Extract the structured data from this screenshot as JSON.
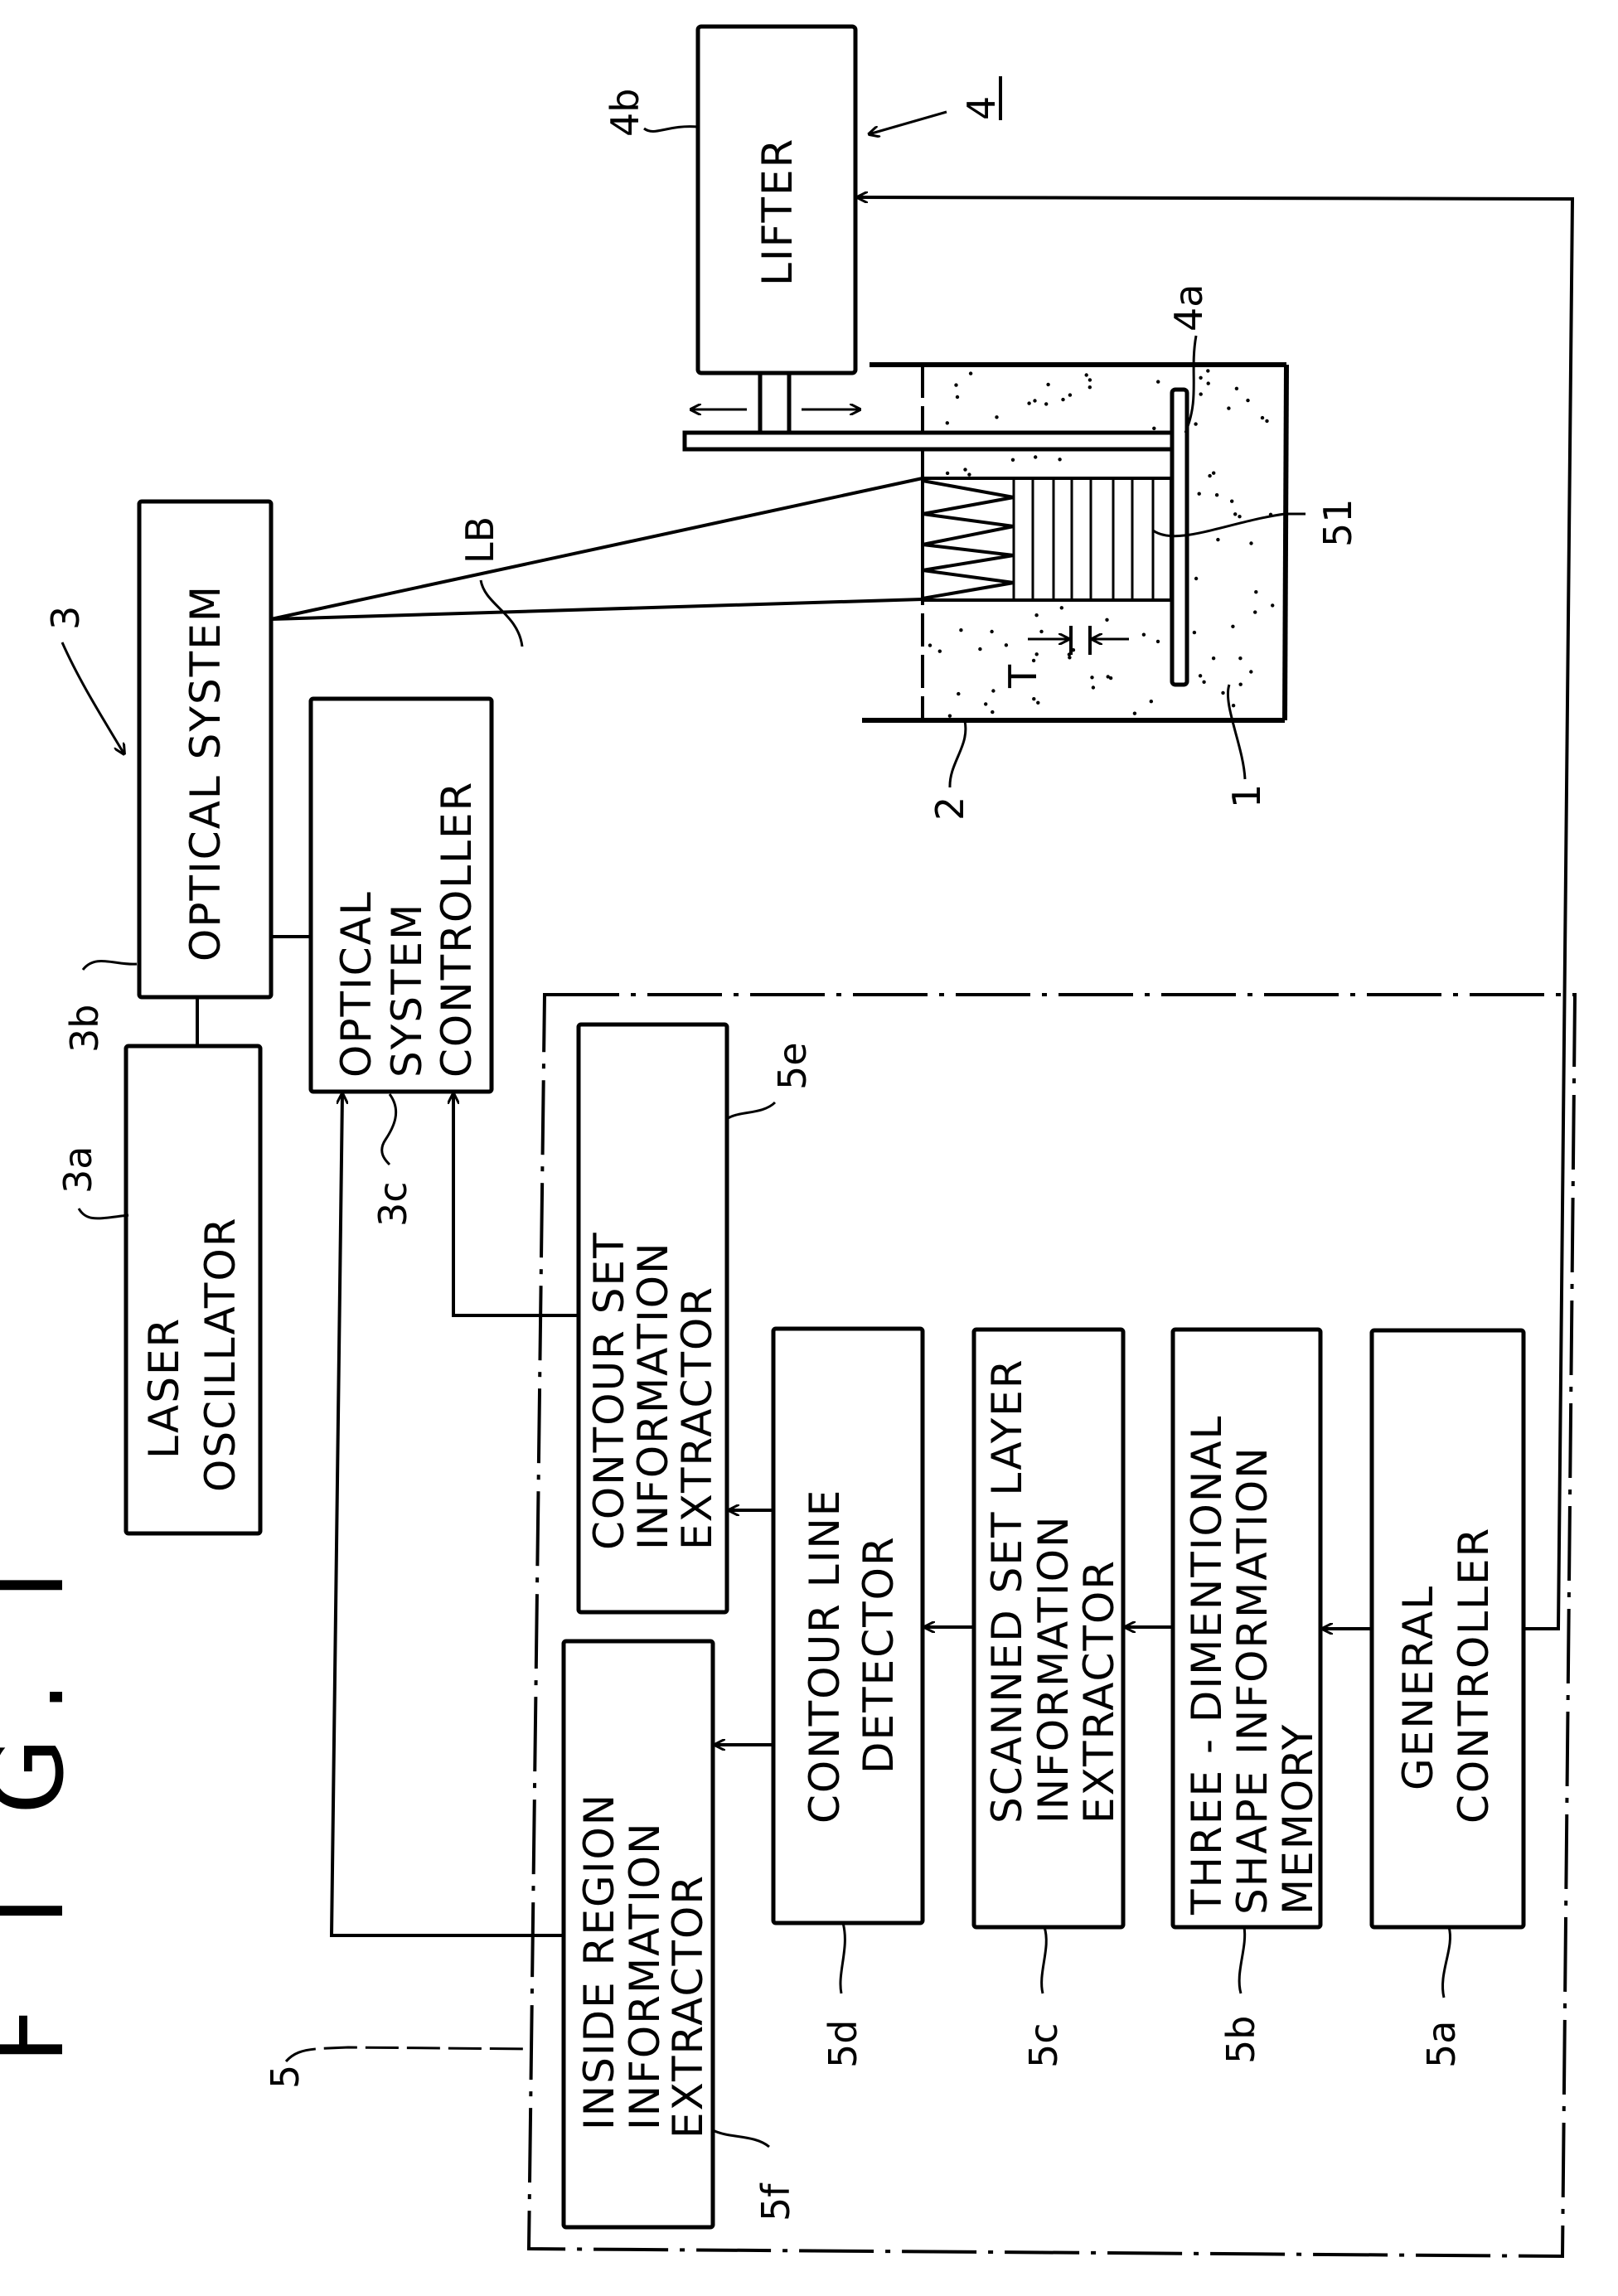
{
  "figure": {
    "title": "F I G. I"
  },
  "components": {
    "lifter": {
      "ref": "4b",
      "label": [
        "LIFTER"
      ]
    },
    "lifter_assembly": {
      "ref": "4"
    },
    "platform": {
      "ref": "4a"
    },
    "optical_system": {
      "ref": "3b",
      "label": [
        "OPTICAL SYSTEM"
      ]
    },
    "optical_unit": {
      "ref": "3"
    },
    "laser_oscillator": {
      "ref": "3a",
      "label": [
        "LASER",
        "OSCILLATOR"
      ]
    },
    "optical_system_controller": {
      "ref": "3c",
      "label": [
        "OPTICAL",
        "SYSTEM",
        "CONTROLLER"
      ]
    },
    "laser_beam": {
      "ref": "LB"
    },
    "vessel": {
      "ref": "2"
    },
    "resin": {
      "ref": "1"
    },
    "object": {
      "ref": "51"
    },
    "layer_thickness": {
      "ref": "T"
    },
    "control_unit": {
      "ref": "5"
    },
    "general_controller": {
      "ref": "5a",
      "label": [
        "GENERAL",
        "CONTROLLER"
      ]
    },
    "shape_memory": {
      "ref": "5b",
      "label": [
        "THREE - DIMENTIONAL",
        "SHAPE  INFORMATION",
        "MEMORY"
      ]
    },
    "scanned_layer_extractor": {
      "ref": "5c",
      "label": [
        "SCANNED SET LAYER",
        "INFORMATION",
        "EXTRACTOR"
      ]
    },
    "contour_line_detector": {
      "ref": "5d",
      "label": [
        "CONTOUR LINE",
        "DETECTOR"
      ]
    },
    "contour_set_extractor": {
      "ref": "5e",
      "label": [
        "CONTOUR SET",
        "INFORMATION",
        "EXTRACTOR"
      ]
    },
    "inside_region_extractor": {
      "ref": "5f",
      "label": [
        "INSIDE REGION",
        "INFORMATION",
        "EXTRACTOR"
      ]
    }
  }
}
